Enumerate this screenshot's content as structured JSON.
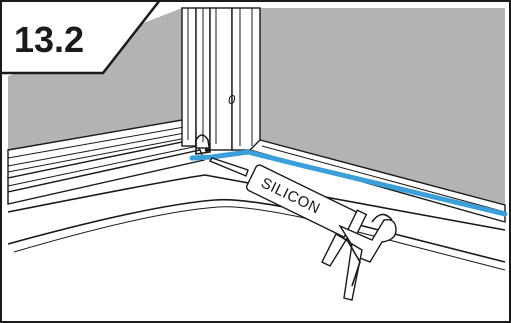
{
  "step_label": "13.2",
  "gun_label": "SILICON",
  "profile_mark": "0",
  "colors": {
    "sealant_bead": "#3b9fd9",
    "glass": "#b3b3b3",
    "outline": "#1a1a1a"
  }
}
